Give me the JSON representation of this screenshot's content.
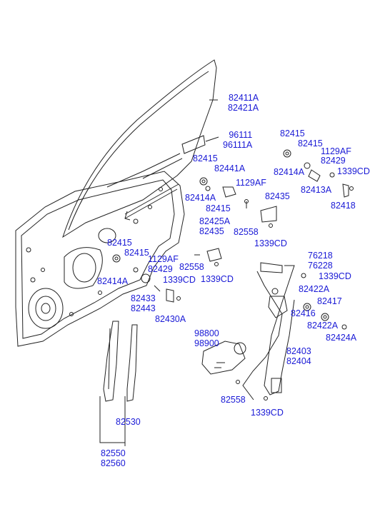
{
  "labels": {
    "door_panel": [
      "82411A",
      "82421A"
    ],
    "trim_seal": [
      "96111",
      "96111A"
    ],
    "bolt_top_right_a": "82415",
    "bolt_top_right_b": "82415",
    "bracket_top_right": "1129AF",
    "bracket_top_right_b": "82429",
    "screw_top_right": "1339CD",
    "washer_top_right": "82414A",
    "handle_top_right": "82413A",
    "clip_top_right": "82418",
    "bolt_mid_a": "82415",
    "lever_mid": "82441A",
    "washer_mid": "82414A",
    "bolt_mid_b": "82415",
    "screw_mid": "1129AF",
    "rod_mid": "82435",
    "bracket_mid": [
      "82425A",
      "82435"
    ],
    "screw_mid_b": "82558",
    "screw_mid_c": "1339CD",
    "bracket_mid_2": "82558",
    "screw_mid_d": "1339CD",
    "bolt_left_a": "82415",
    "bolt_left_b": "82415",
    "washer_left": "82414A",
    "screw_left": "1129AF",
    "lever_left": "82429",
    "screw_left_b": "1339CD",
    "handle_left": [
      "82433",
      "82443"
    ],
    "clip_left": "82430A",
    "regulator_rail": [
      "76218",
      "76228"
    ],
    "screw_reg": "1339CD",
    "bracket_reg_a": "82422A",
    "bracket_reg_b": "82417",
    "washer_reg": "82416",
    "bracket_reg_c": "82422A",
    "bolt_reg": "82424A",
    "motor": [
      "98800",
      "98900"
    ],
    "regulator": [
      "82403",
      "82404"
    ],
    "screw_motor": "82558",
    "screw_bottom": "1339CD",
    "channel": "82530",
    "channel_assy": [
      "82550",
      "82560"
    ]
  },
  "colors": {
    "label": "#1a1ad6",
    "line": "#222222"
  }
}
